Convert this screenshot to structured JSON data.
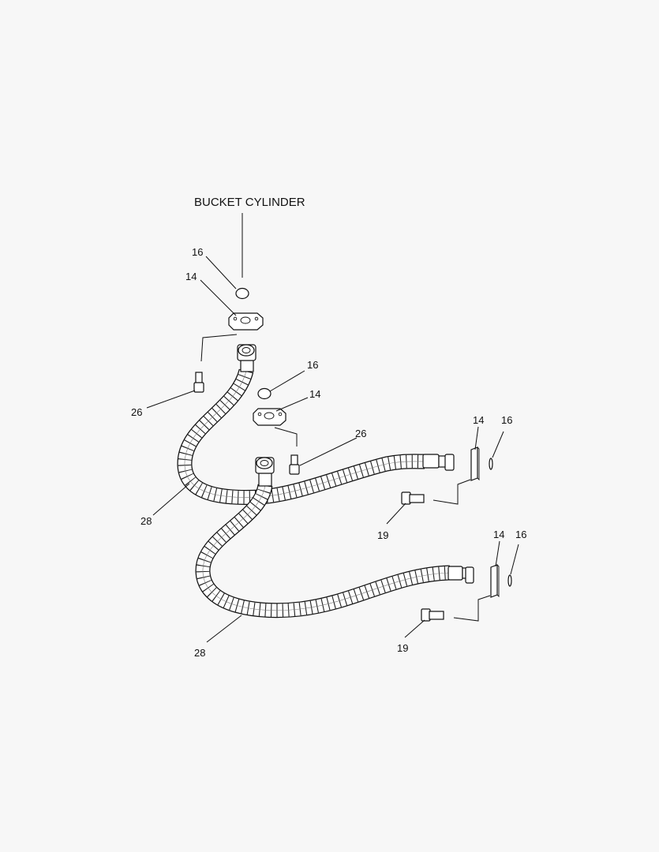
{
  "diagram": {
    "title": "BUCKET CYLINDER",
    "callouts": [
      {
        "id": "c16a",
        "text": "16"
      },
      {
        "id": "c14a",
        "text": "14"
      },
      {
        "id": "c26a",
        "text": "26"
      },
      {
        "id": "c16b",
        "text": "16"
      },
      {
        "id": "c14b",
        "text": "14"
      },
      {
        "id": "c26b",
        "text": "26"
      },
      {
        "id": "c28a",
        "text": "28"
      },
      {
        "id": "c14c",
        "text": "14"
      },
      {
        "id": "c16c",
        "text": "16"
      },
      {
        "id": "c19a",
        "text": "19"
      },
      {
        "id": "c14d",
        "text": "14"
      },
      {
        "id": "c16d",
        "text": "16"
      },
      {
        "id": "c28b",
        "text": "28"
      },
      {
        "id": "c19b",
        "text": "19"
      }
    ]
  }
}
